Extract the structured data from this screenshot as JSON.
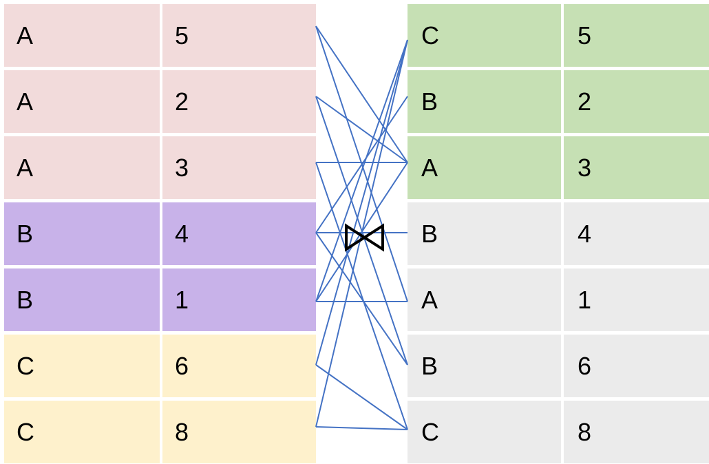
{
  "left_table": {
    "rows": [
      {
        "key": "A",
        "value": "5",
        "group": "A"
      },
      {
        "key": "A",
        "value": "2",
        "group": "A"
      },
      {
        "key": "A",
        "value": "3",
        "group": "A"
      },
      {
        "key": "B",
        "value": "4",
        "group": "B"
      },
      {
        "key": "B",
        "value": "1",
        "group": "B"
      },
      {
        "key": "C",
        "value": "6",
        "group": "C"
      },
      {
        "key": "C",
        "value": "8",
        "group": "C"
      }
    ]
  },
  "right_table": {
    "rows": [
      {
        "key": "C",
        "value": "5",
        "group": "highlight"
      },
      {
        "key": "B",
        "value": "2",
        "group": "highlight"
      },
      {
        "key": "A",
        "value": "3",
        "group": "highlight"
      },
      {
        "key": "B",
        "value": "4",
        "group": "plain"
      },
      {
        "key": "A",
        "value": "1",
        "group": "plain"
      },
      {
        "key": "B",
        "value": "6",
        "group": "plain"
      },
      {
        "key": "C",
        "value": "8",
        "group": "plain"
      }
    ]
  },
  "colors": {
    "A": "#f2dbdb",
    "B": "#c8b2e9",
    "C": "#fef1cc",
    "highlight": "#c6e0b4",
    "plain": "#ebebeb",
    "link": "#4472c4",
    "join_symbol": "#000000"
  },
  "join_symbol_icon": "bowtie-join-icon",
  "links": [
    [
      0,
      2
    ],
    [
      0,
      4
    ],
    [
      1,
      2
    ],
    [
      1,
      5
    ],
    [
      2,
      2
    ],
    [
      2,
      6
    ],
    [
      3,
      1
    ],
    [
      3,
      3
    ],
    [
      3,
      5
    ],
    [
      4,
      0
    ],
    [
      4,
      2
    ],
    [
      4,
      4
    ],
    [
      5,
      0
    ],
    [
      5,
      6
    ],
    [
      6,
      0
    ],
    [
      6,
      6
    ]
  ]
}
